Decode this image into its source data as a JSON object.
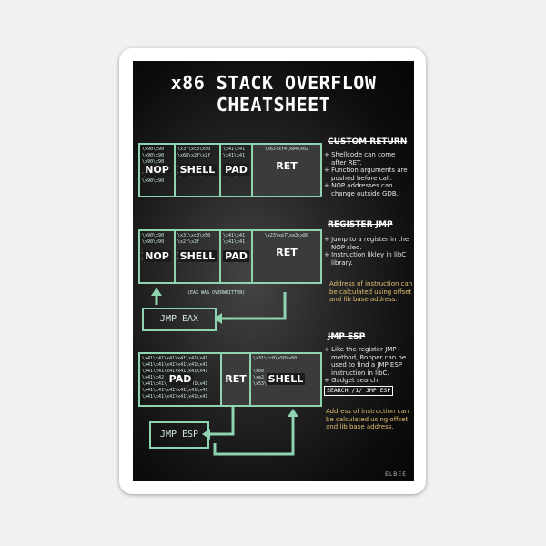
{
  "title": {
    "line1": "x86 STACK OVERFLOW",
    "line2": "CHEATSHEET"
  },
  "block1": {
    "cells": [
      {
        "label": "NOP",
        "hex": "\\x90\\x90\n\\x90\\x90\n\\x90\\x90\n\n\\x90\\x90\n\\x90\\x90"
      },
      {
        "label": "SHELL",
        "hex": "\\x3f\\xc0\\x50\n\\x68\\x2f\\x2f\n\n\\x6e\\x89\\xe3\n\\x50\\x53\\x89"
      },
      {
        "label": "PAD",
        "hex": "\\x41\\x41\n\\x41\\x41\n\n\\x41\\x41\n\\x41\\x41"
      },
      {
        "label": "RET",
        "hex": "\\x63\\xf4\\xe4\\x02"
      }
    ]
  },
  "block2": {
    "cells": [
      {
        "label": "NOP",
        "hex": "\\x90\\x90\n\\x90\\x90\n\n\\x90\\x90\n\\x90\\x90"
      },
      {
        "label": "SHELL",
        "hex": "\\x31\\xc0\\x50\n\\x2f\\x2f\n\n\\xa1\\x9e\\x23\n\\x50\\x53\\x89"
      },
      {
        "label": "PAD",
        "hex": "\\x41\\x41\n\\x41\\x41\n\n\\x41\\x41\n\\x41\\x41"
      },
      {
        "label": "RET",
        "hex": "\\x23\\xe7\\xa3\\x80"
      }
    ],
    "note": "(EAX WAS OVERWRITTEN)"
  },
  "block3": {
    "cells": [
      {
        "label": "PAD",
        "hex": "\\x41\\x41\\x41\\x41\\x41\\x41\n\\x41\\x41\\x41\\x41\\x41\\x41\n\\x41\\x41\\x41\\x41\\x41\\x41\n\\x41\\x42\n\\x41\\x41\\x41\\x41\\x41\\x41\n\\x41\\x41\\x41\\x41\\x41\\x41\n\\x41\\x41\\x41\\x41\\x41\\x41"
      },
      {
        "label": "RET",
        "hex": ""
      },
      {
        "label": "SHELL",
        "hex": "\\x31\\xc0\\x50\\x68\n\n\\x60\n\\xe2\n\\x53\\x89\\xe7\\xe2"
      }
    ]
  },
  "jmp_eax": "JMP EAX",
  "jmp_esp": "JMP ESP",
  "sections": [
    {
      "heading": "CUSTOM RETURN",
      "bullets": [
        "Shellcode can come after RET.",
        "Function arguments are pushed before call.",
        "NOP addresses can change outside GDB."
      ],
      "note": ""
    },
    {
      "heading": "REGISTER JMP",
      "bullets": [
        "Jump to a register in the NOP sled.",
        "Instruction likley in libC library."
      ],
      "note": "Address of instruction can be calculated using offset and lib base address."
    },
    {
      "heading": "JMP ESP",
      "bullets": [
        "Like the register JMP method, Ropper can be used to find a JMP ESP instruction in libC.",
        "Gadget search:"
      ],
      "command": "SEARCH /1/ JMP ESP",
      "note": "Address of instruction can be calculated using offset and lib base address."
    }
  ],
  "signature": "ELBEE",
  "colors": {
    "accent": "#8fd4b0",
    "note": "#e0c070",
    "bg": "#111111"
  }
}
